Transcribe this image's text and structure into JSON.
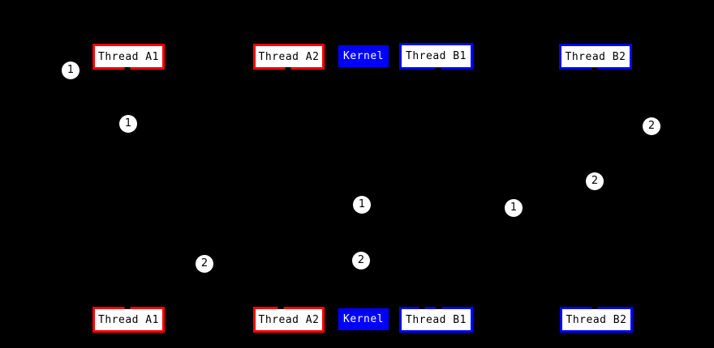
{
  "colors": {
    "canvas_bg": "#000000",
    "accent_red": "#ff0000",
    "accent_blue": "#0000ff",
    "node_bg": "#ffffff",
    "marker_bg": "#ffffff",
    "node_text": "#000000",
    "kernel_text": "#ffffff"
  },
  "boxes": {
    "top_thread_a1": "Thread A1",
    "top_thread_a2": "Thread A2",
    "top_kernel": "Kernel",
    "top_thread_b1": "Thread B1",
    "top_thread_b2": "Thread B2",
    "bottom_thread_a1": "Thread A1",
    "bottom_thread_a2": "Thread A2",
    "bottom_kernel": "Kernel",
    "bottom_thread_b1": "Thread B1",
    "bottom_thread_b2": "Thread B2"
  },
  "markers": {
    "m1": "1",
    "m2": "1",
    "m3": "2",
    "m4": "2",
    "m5": "1",
    "m6": "1",
    "m7": "2",
    "m8": "2"
  }
}
